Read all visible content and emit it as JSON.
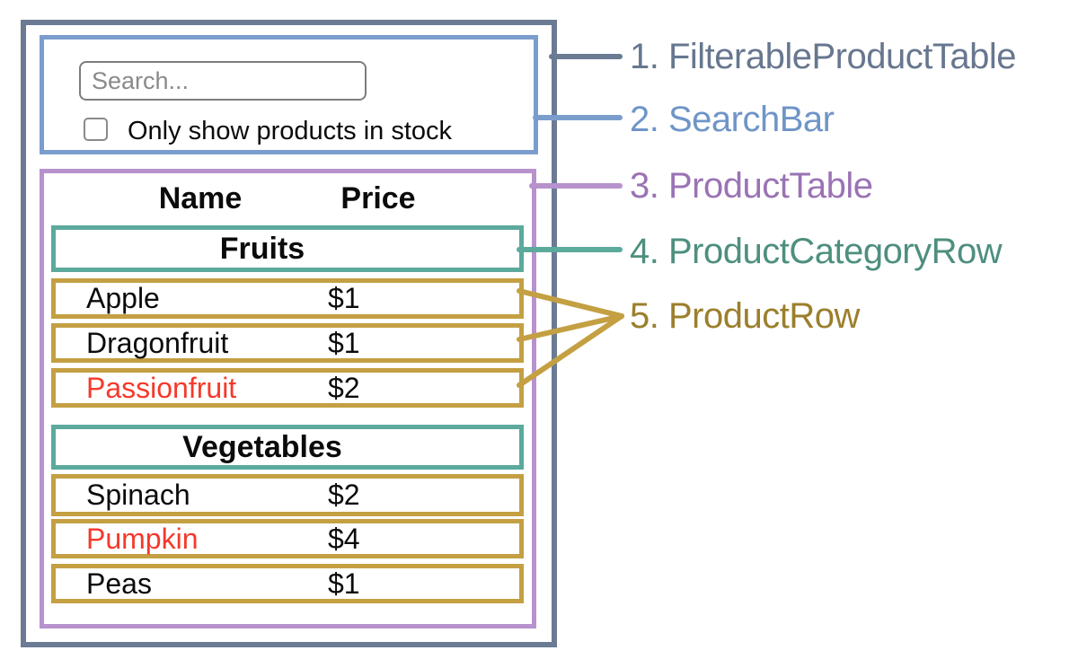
{
  "legend": {
    "items": [
      {
        "label": "1. FilterableProductTable"
      },
      {
        "label": "2. SearchBar"
      },
      {
        "label": "3. ProductTable"
      },
      {
        "label": "4. ProductCategoryRow"
      },
      {
        "label": "5. ProductRow"
      }
    ]
  },
  "search_bar": {
    "placeholder": "Search...",
    "checkbox_label": "Only show products in stock",
    "checkbox_checked": false
  },
  "product_table": {
    "headers": {
      "name": "Name",
      "price": "Price"
    },
    "sections": [
      {
        "category": "Fruits",
        "rows": [
          {
            "name": "Apple",
            "price": "$1",
            "highlight": ""
          },
          {
            "name": "Dragonfruit",
            "price": "$1",
            "highlight": ""
          },
          {
            "name": "Passionfruit",
            "price": "$2",
            "highlight": "red"
          }
        ]
      },
      {
        "category": "Vegetables",
        "rows": [
          {
            "name": "Spinach",
            "price": "$2",
            "highlight": ""
          },
          {
            "name": "Pumpkin",
            "price": "$4",
            "highlight": "red"
          },
          {
            "name": "Peas",
            "price": "$1",
            "highlight": ""
          }
        ]
      }
    ]
  },
  "colors": {
    "filterable_product_table_border": "#6b7b93",
    "search_bar_border": "#7b9dcd",
    "product_table_border": "#b792cd",
    "product_category_row_border": "#5caa9c",
    "product_row_border": "#c4a043",
    "out_of_stock_text": "#f5392b",
    "label_1": "#67778f",
    "label_2": "#6f95c7",
    "label_3": "#9a73b4",
    "label_4": "#4e8f7f",
    "label_5": "#9c7f2c"
  }
}
